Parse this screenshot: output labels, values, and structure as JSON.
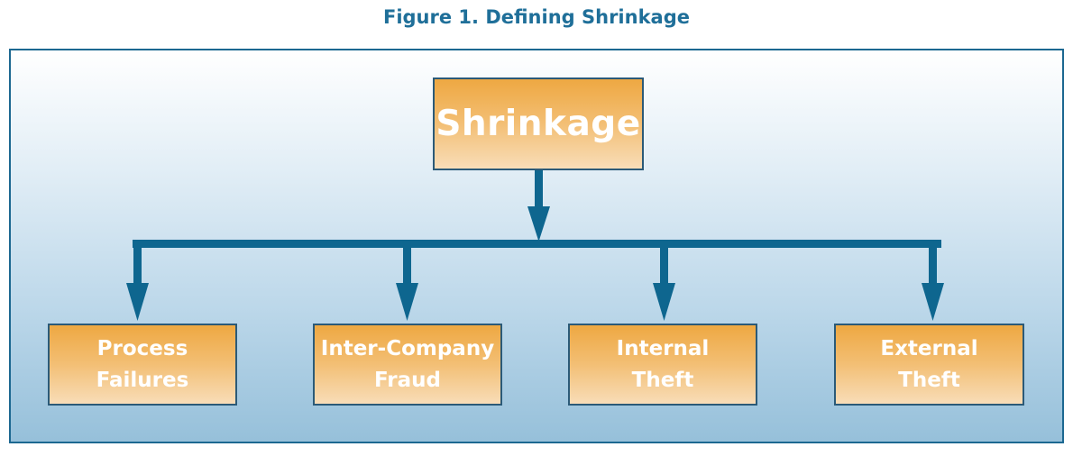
{
  "figure": {
    "title": "Figure 1. Defining Shrinkage"
  },
  "diagram": {
    "root": {
      "label": "Shrinkage"
    },
    "children": [
      {
        "label": "Process\nFailures"
      },
      {
        "label": "Inter-Company\nFraud"
      },
      {
        "label": "Internal\nTheft"
      },
      {
        "label": "External\nTheft"
      }
    ]
  },
  "colors": {
    "title": "#1f6f99",
    "connector": "#0e668f",
    "panel_border": "#1c6891",
    "box_top": "#eea842",
    "box_bottom": "#f8ddb8",
    "box_border": "#2b5a78",
    "box_text": "#ffffff"
  }
}
